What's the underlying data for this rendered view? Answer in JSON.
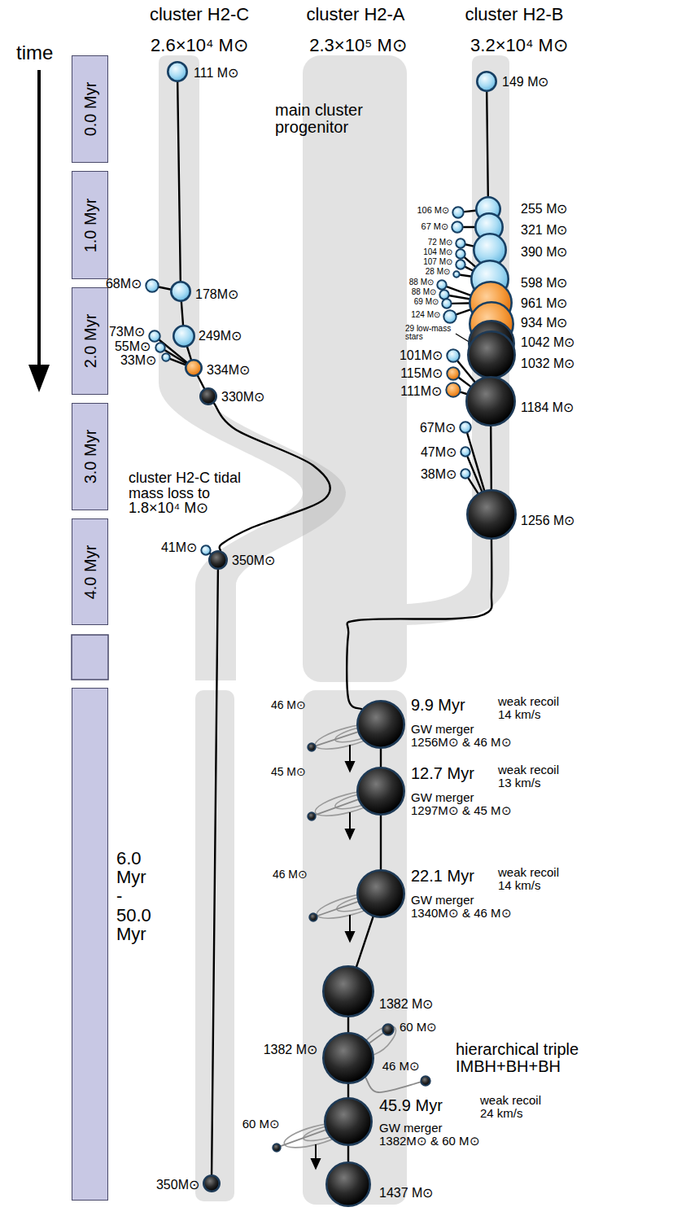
{
  "diagram": {
    "nodes": [
      {
        "text": [
          "0.0 Myr"
        ]
      },
      {
        "text": [
          "1.0 Myr"
        ]
      },
      {
        "text": [
          "2.0 Myr"
        ]
      },
      {
        "text": [
          "3.0 Myr"
        ]
      },
      {
        "text": [
          "4.0 Myr"
        ]
      },
      {
        "text": [
          "6.0 Myr - 50.0 Myr"
        ]
      },
      {
        "text": [
          "111 M⊙"
        ]
      },
      {
        "text": [
          "68M⊙"
        ]
      },
      {
        "text": [
          "178M⊙"
        ]
      },
      {
        "text": [
          "73M⊙"
        ]
      },
      {
        "text": [
          "55M⊙"
        ]
      },
      {
        "text": [
          "33M⊙"
        ]
      },
      {
        "text": [
          "249M⊙"
        ]
      },
      {
        "text": [
          "334M⊙"
        ]
      },
      {
        "text": [
          "330M⊙"
        ]
      },
      {
        "text": [
          "41M⊙"
        ]
      },
      {
        "text": [
          "350M⊙"
        ]
      },
      {
        "text": [
          "350M⊙"
        ]
      },
      {
        "text": [
          "149 M⊙"
        ]
      },
      {
        "text": [
          "106 M⊙"
        ]
      },
      {
        "text": [
          "255 M⊙"
        ]
      },
      {
        "text": [
          "67 M⊙"
        ]
      },
      {
        "text": [
          "321 M⊙"
        ]
      },
      {
        "text": [
          "72 M⊙"
        ]
      },
      {
        "text": [
          "104 M⊙"
        ]
      },
      {
        "text": [
          "107 M⊙"
        ]
      },
      {
        "text": [
          "28 M⊙"
        ]
      },
      {
        "text": [
          "390 M⊙"
        ]
      },
      {
        "text": [
          "88 M⊙"
        ]
      },
      {
        "text": [
          "88 M⊙"
        ]
      },
      {
        "text": [
          "69 M⊙"
        ]
      },
      {
        "text": [
          "124 M⊙"
        ]
      },
      {
        "text": [
          "598 M⊙"
        ]
      },
      {
        "text": [
          "961 M⊙"
        ]
      },
      {
        "text": [
          "934 M⊙"
        ]
      },
      {
        "text": [
          "1042 M⊙"
        ]
      },
      {
        "text": [
          "1032 M⊙"
        ]
      },
      {
        "text": [
          "101M⊙"
        ]
      },
      {
        "text": [
          "115M⊙"
        ]
      },
      {
        "text": [
          "111M⊙"
        ]
      },
      {
        "text": [
          "1184 M⊙"
        ]
      },
      {
        "text": [
          "67M⊙"
        ]
      },
      {
        "text": [
          "47M⊙"
        ]
      },
      {
        "text": [
          "38M⊙"
        ]
      },
      {
        "text": [
          "1256 M⊙"
        ]
      },
      {
        "text": [
          "46 M⊙"
        ]
      },
      {
        "text": [
          "9.9 Myr",
          "GW merger 1256M⊙ & 46 M⊙",
          "weak recoil 14 km/s"
        ]
      },
      {
        "text": [
          "45 M⊙"
        ]
      },
      {
        "text": [
          "12.7 Myr",
          "GW merger 1297M⊙ & 45 M⊙",
          "weak recoil 13 km/s"
        ]
      },
      {
        "text": [
          "46 M⊙"
        ]
      },
      {
        "text": [
          "22.1 Myr",
          "GW merger 1340M⊙ & 46 M⊙",
          "weak recoil 14 km/s"
        ]
      },
      {
        "text": [
          "1382 M⊙"
        ]
      },
      {
        "text": [
          "1382 M⊙",
          "hierarchical triple IMBH+BH+BH"
        ]
      },
      {
        "text": [
          "60 M⊙"
        ]
      },
      {
        "text": [
          "46 M⊙"
        ]
      },
      {
        "text": [
          "60 M⊙"
        ]
      },
      {
        "text": [
          "45.9 Myr",
          "GW merger 1382M⊙ & 60 M⊙",
          "weak recoil 24 km/s"
        ]
      },
      {
        "text": [
          "1437 M⊙"
        ]
      }
    ],
    "edges": [
      {
        "from": 6,
        "to": 8,
        "arrow": "none"
      },
      {
        "from": 7,
        "to": 8,
        "arrow": "none"
      },
      {
        "from": 8,
        "to": 12,
        "arrow": "none"
      },
      {
        "from": 12,
        "to": 13,
        "arrow": "none"
      },
      {
        "from": 9,
        "to": 13,
        "arrow": "none"
      },
      {
        "from": 10,
        "to": 13,
        "arrow": "none"
      },
      {
        "from": 11,
        "to": 13,
        "arrow": "none"
      },
      {
        "from": 13,
        "to": 14,
        "arrow": "none"
      },
      {
        "from": 14,
        "to": 16,
        "arrow": "none"
      },
      {
        "from": 15,
        "to": 16,
        "arrow": "none"
      },
      {
        "from": 16,
        "to": 17,
        "arrow": "none"
      },
      {
        "from": 18,
        "to": 20,
        "arrow": "none"
      },
      {
        "from": 19,
        "to": 20,
        "arrow": "none"
      },
      {
        "from": 20,
        "to": 22,
        "arrow": "none"
      },
      {
        "from": 21,
        "to": 22,
        "arrow": "none"
      },
      {
        "from": 22,
        "to": 27,
        "arrow": "none"
      },
      {
        "from": 23,
        "to": 27,
        "arrow": "none"
      },
      {
        "from": 24,
        "to": 32,
        "arrow": "none"
      },
      {
        "from": 25,
        "to": 32,
        "arrow": "none"
      },
      {
        "from": 26,
        "to": 32,
        "arrow": "none"
      },
      {
        "from": 27,
        "to": 32,
        "arrow": "none"
      },
      {
        "from": 32,
        "to": 33,
        "arrow": "none"
      },
      {
        "from": 28,
        "to": 33,
        "arrow": "none"
      },
      {
        "from": 29,
        "to": 33,
        "arrow": "none"
      },
      {
        "from": 30,
        "to": 33,
        "arrow": "none"
      },
      {
        "from": 31,
        "to": 33,
        "arrow": "none"
      },
      {
        "from": 33,
        "to": 34,
        "arrow": "none"
      },
      {
        "from": 34,
        "to": 35,
        "arrow": "none"
      },
      {
        "from": 35,
        "to": 36,
        "arrow": "none"
      },
      {
        "from": 36,
        "to": 40,
        "arrow": "none"
      },
      {
        "from": 37,
        "to": 40,
        "arrow": "none"
      },
      {
        "from": 38,
        "to": 40,
        "arrow": "none"
      },
      {
        "from": 39,
        "to": 40,
        "arrow": "none"
      },
      {
        "from": 40,
        "to": 44,
        "arrow": "none"
      },
      {
        "from": 41,
        "to": 44,
        "arrow": "none"
      },
      {
        "from": 42,
        "to": 44,
        "arrow": "none"
      },
      {
        "from": 43,
        "to": 44,
        "arrow": "none"
      },
      {
        "from": 44,
        "to": 46,
        "arrow": "none"
      },
      {
        "from": 45,
        "to": 46,
        "arrow": "none"
      },
      {
        "from": 46,
        "to": 48,
        "arrow": "none"
      },
      {
        "from": 47,
        "to": 48,
        "arrow": "none"
      },
      {
        "from": 48,
        "to": 50,
        "arrow": "none"
      },
      {
        "from": 49,
        "to": 50,
        "arrow": "none"
      },
      {
        "from": 50,
        "to": 51,
        "arrow": "none"
      },
      {
        "from": 51,
        "to": 52,
        "arrow": "none"
      },
      {
        "from": 52,
        "to": 53,
        "arrow": "none"
      },
      {
        "from": 52,
        "to": 54,
        "arrow": "none"
      },
      {
        "from": 52,
        "to": 56,
        "arrow": "none"
      },
      {
        "from": 55,
        "to": 56,
        "arrow": "none"
      },
      {
        "from": 56,
        "to": 57,
        "arrow": "none"
      }
    ],
    "labels": [
      "time",
      "cluster H2-C",
      "cluster H2-A",
      "cluster H2-B",
      "2.6×10⁴ M⊙",
      "2.3×10⁵ M⊙",
      "3.2×10⁴ M⊙",
      "main cluster progenitor",
      "29 low-mass stars",
      "cluster H2-C tidal mass loss to 1.8×10⁴ M⊙"
    ]
  }
}
